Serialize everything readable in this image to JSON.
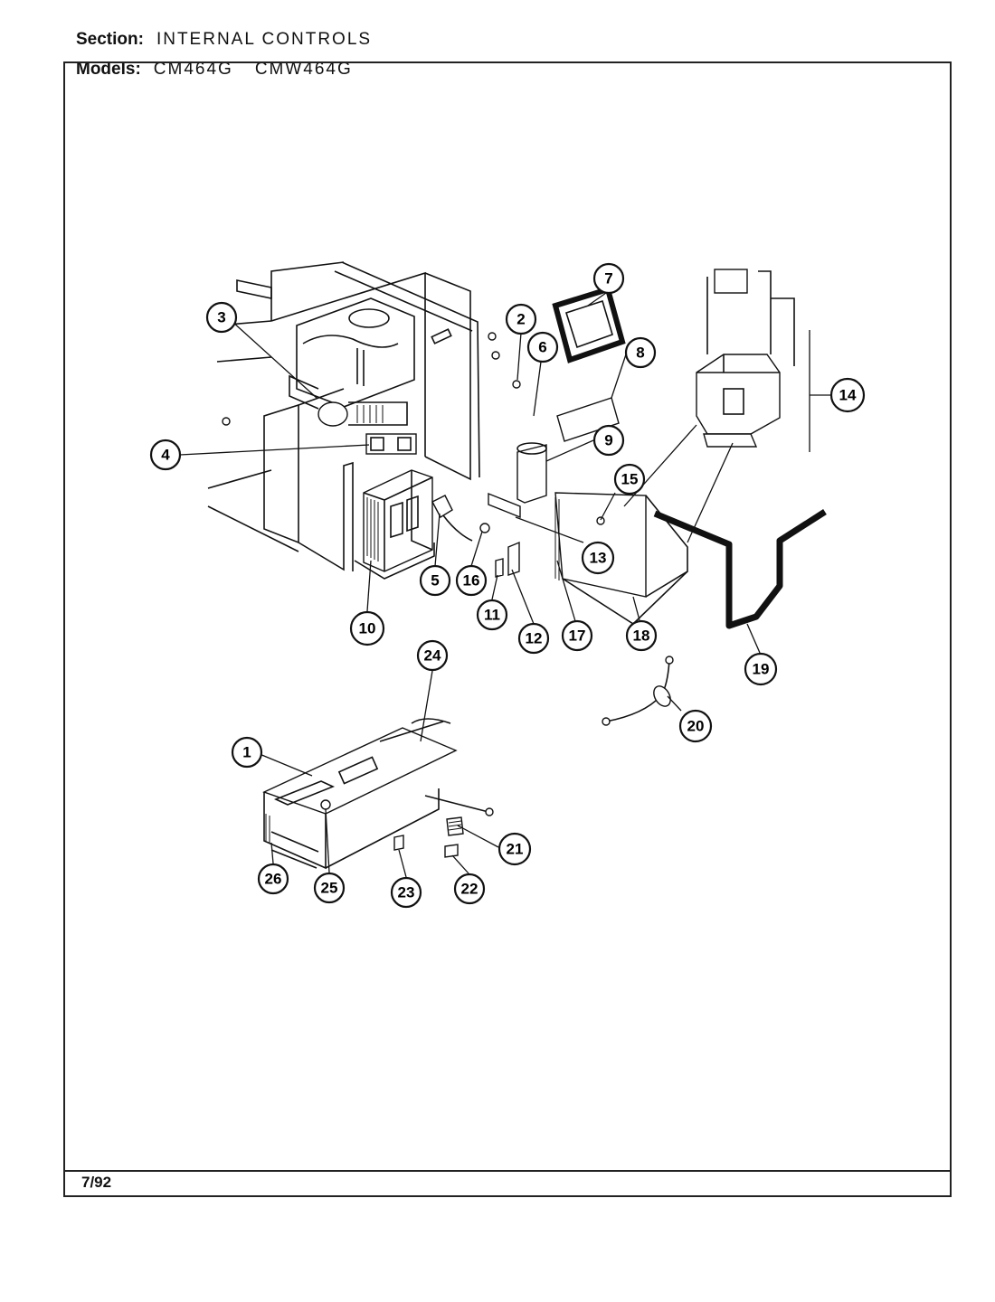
{
  "header": {
    "section_label": "Section:",
    "section_value": "INTERNAL CONTROLS",
    "models_label": "Models:",
    "models": [
      "CM464G",
      "CMW464G"
    ]
  },
  "footer": {
    "date_code": "7/92"
  },
  "callouts": [
    "1",
    "2",
    "3",
    "4",
    "5",
    "6",
    "7",
    "8",
    "9",
    "10",
    "11",
    "12",
    "13",
    "14",
    "15",
    "16",
    "17",
    "18",
    "19",
    "20",
    "21",
    "22",
    "23",
    "24",
    "25",
    "26"
  ]
}
